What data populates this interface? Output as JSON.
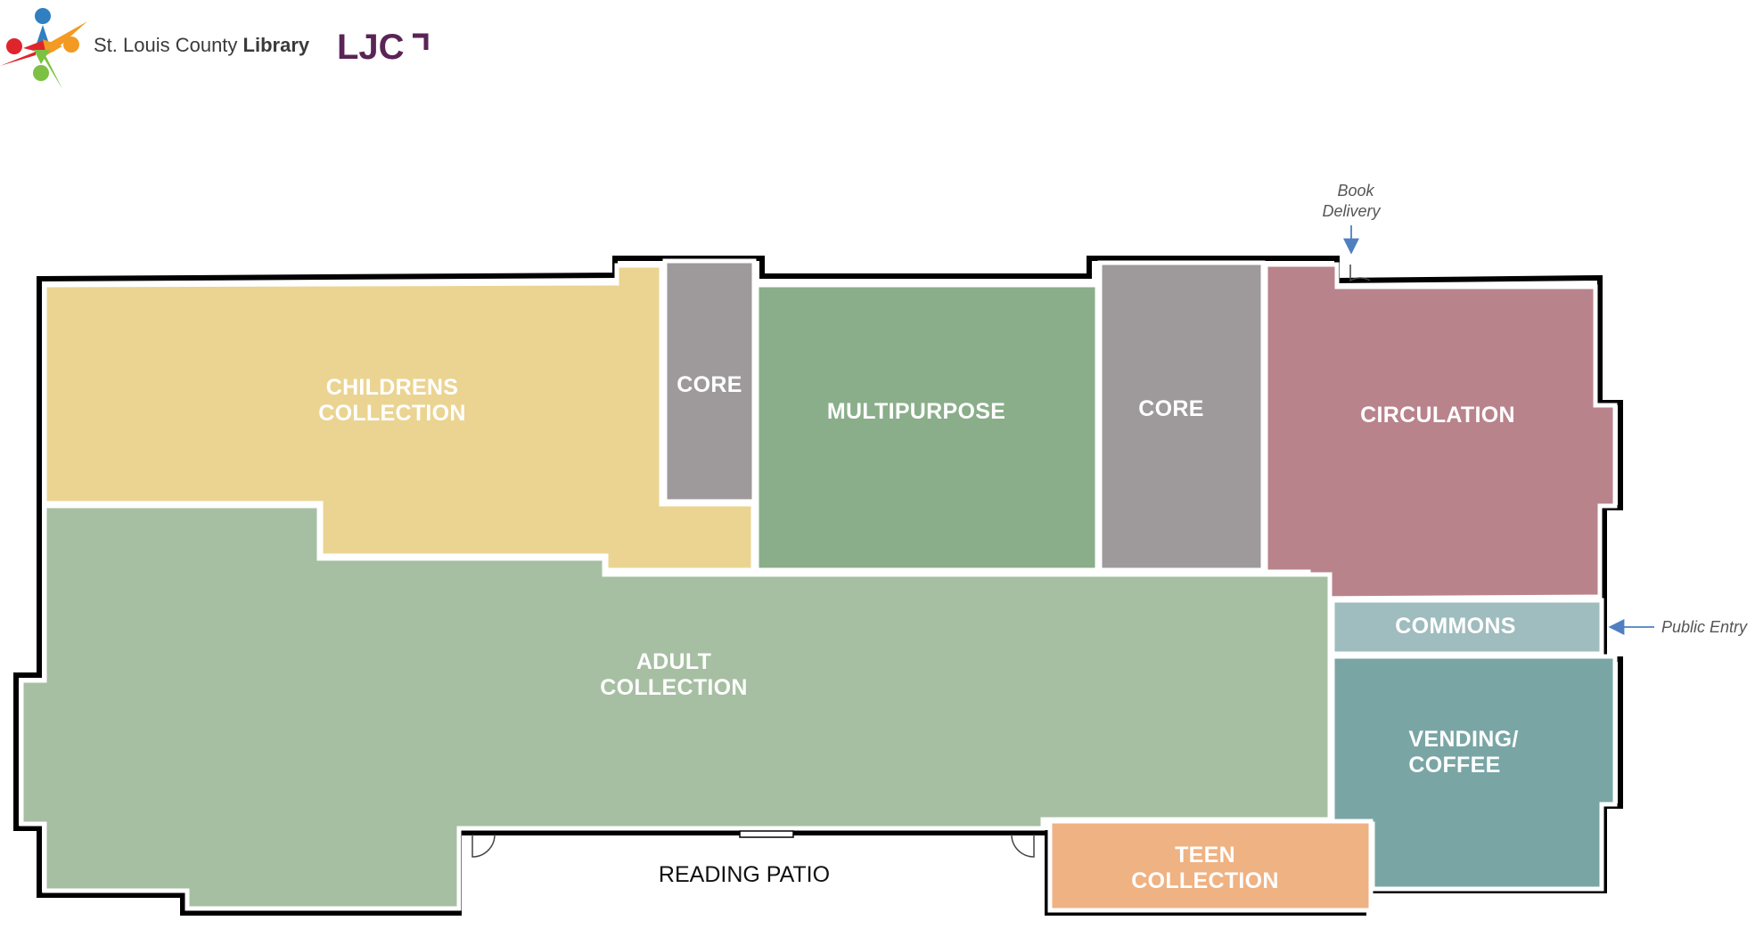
{
  "header": {
    "library_name_regular": "St. Louis County ",
    "library_name_bold": "Library",
    "firm_logo": "LJC",
    "firm_logo_color": "#5a2456"
  },
  "colors": {
    "childrens": "#ebd492",
    "core": "#9e9a9b",
    "multipurpose": "#8aad8a",
    "circulation": "#b9838c",
    "adult": "#a6bfa2",
    "commons": "#9fbcbe",
    "vending": "#7aa5a5",
    "teen": "#efb283",
    "wall": "#000000",
    "arrow": "#4f7fc0"
  },
  "logo_icons": [
    "people-logo-icon"
  ],
  "rooms": {
    "childrens": {
      "line1": "CHILDRENS",
      "line2": "COLLECTION"
    },
    "core_left": {
      "line1": "CORE"
    },
    "multipurpose": {
      "line1": "MULTIPURPOSE"
    },
    "core_right": {
      "line1": "CORE"
    },
    "circulation": {
      "line1": "CIRCULATION"
    },
    "adult": {
      "line1": "ADULT",
      "line2": "COLLECTION"
    },
    "commons": {
      "line1": "COMMONS"
    },
    "vending": {
      "line1": "VENDING/",
      "line2": "COFFEE"
    },
    "teen": {
      "line1": "TEEN",
      "line2": "COLLECTION"
    }
  },
  "annotations": {
    "book_delivery_line1": "Book",
    "book_delivery_line2": "Delivery",
    "public_entry": "Public Entry",
    "reading_patio": "READING PATIO"
  }
}
